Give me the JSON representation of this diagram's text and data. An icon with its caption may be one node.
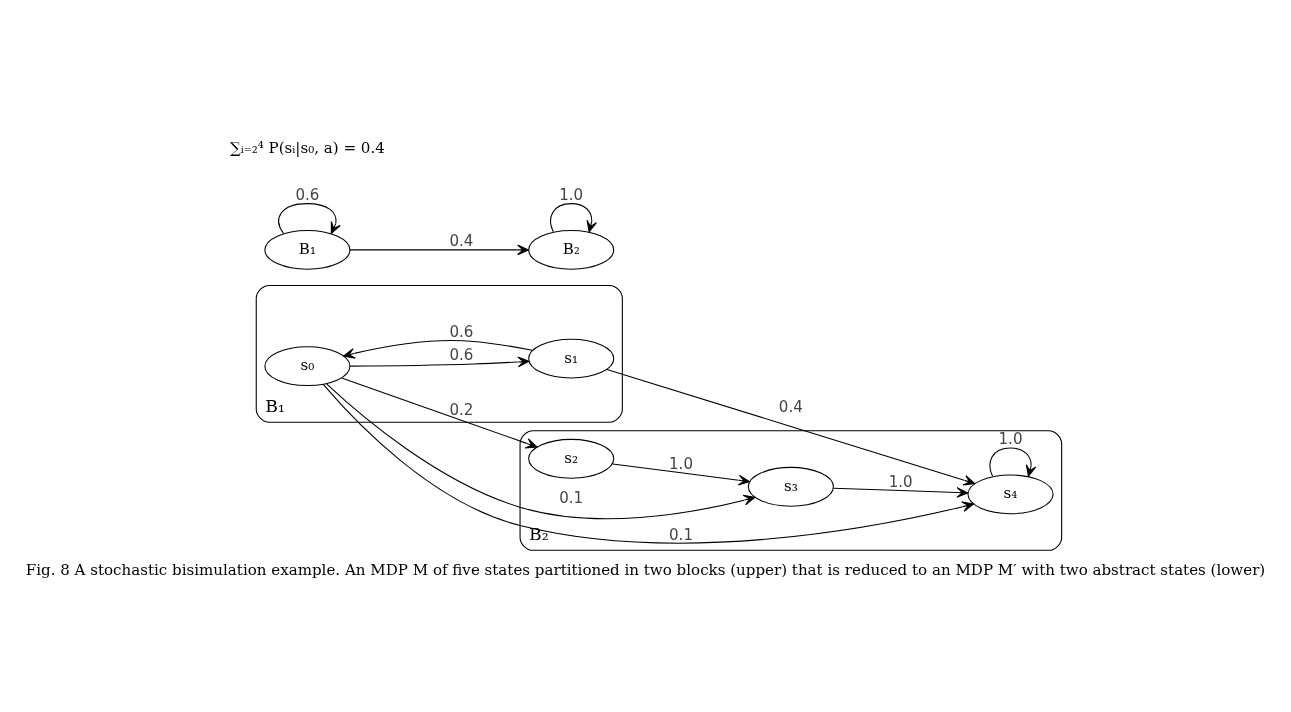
{
  "diagram": {
    "caption": "Fig. 8 A stochastic bisimulation example. An MDP M of five states partitioned in two blocks (upper) that is reduced to an MDP M′ with two abstract states (lower)",
    "nodes": [
      {
        "text": [
          "B₁"
        ]
      },
      {
        "text": [
          "s₀"
        ],
        "in": 0
      },
      {
        "text": [
          "s₁"
        ],
        "in": 0
      },
      {
        "text": [
          "B₂"
        ]
      },
      {
        "text": [
          "s₂"
        ],
        "in": 3
      },
      {
        "text": [
          "s₃"
        ],
        "in": 3
      },
      {
        "text": [
          "s₄"
        ],
        "in": 3
      },
      {
        "text": [
          "B₁"
        ]
      },
      {
        "text": [
          "B₂"
        ]
      }
    ],
    "edges": [
      {
        "from": 2,
        "to": 1,
        "arrow": "to",
        "label": "0.6"
      },
      {
        "from": 1,
        "to": 2,
        "arrow": "to",
        "label": "0.6"
      },
      {
        "from": 1,
        "to": 4,
        "arrow": "to",
        "label": "0.2"
      },
      {
        "from": 1,
        "to": 5,
        "arrow": "to",
        "label": "0.1"
      },
      {
        "from": 1,
        "to": 6,
        "arrow": "to",
        "label": "0.1"
      },
      {
        "from": 2,
        "to": 6,
        "arrow": "to",
        "label": "0.4"
      },
      {
        "from": 4,
        "to": 5,
        "arrow": "to",
        "label": "1.0"
      },
      {
        "from": 5,
        "to": 6,
        "arrow": "to",
        "label": "1.0"
      },
      {
        "from": 6,
        "to": 6,
        "arrow": "to",
        "label": "1.0"
      },
      {
        "from": 7,
        "to": 7,
        "arrow": "to",
        "label": "0.6"
      },
      {
        "from": 7,
        "to": 8,
        "arrow": "to",
        "label": "0.4"
      },
      {
        "from": 8,
        "to": 8,
        "arrow": "to",
        "label": "1.0"
      }
    ],
    "labels": [
      "∑ᵢ₌₂⁴ P(sᵢ|s₀, a) = 0.4"
    ]
  }
}
